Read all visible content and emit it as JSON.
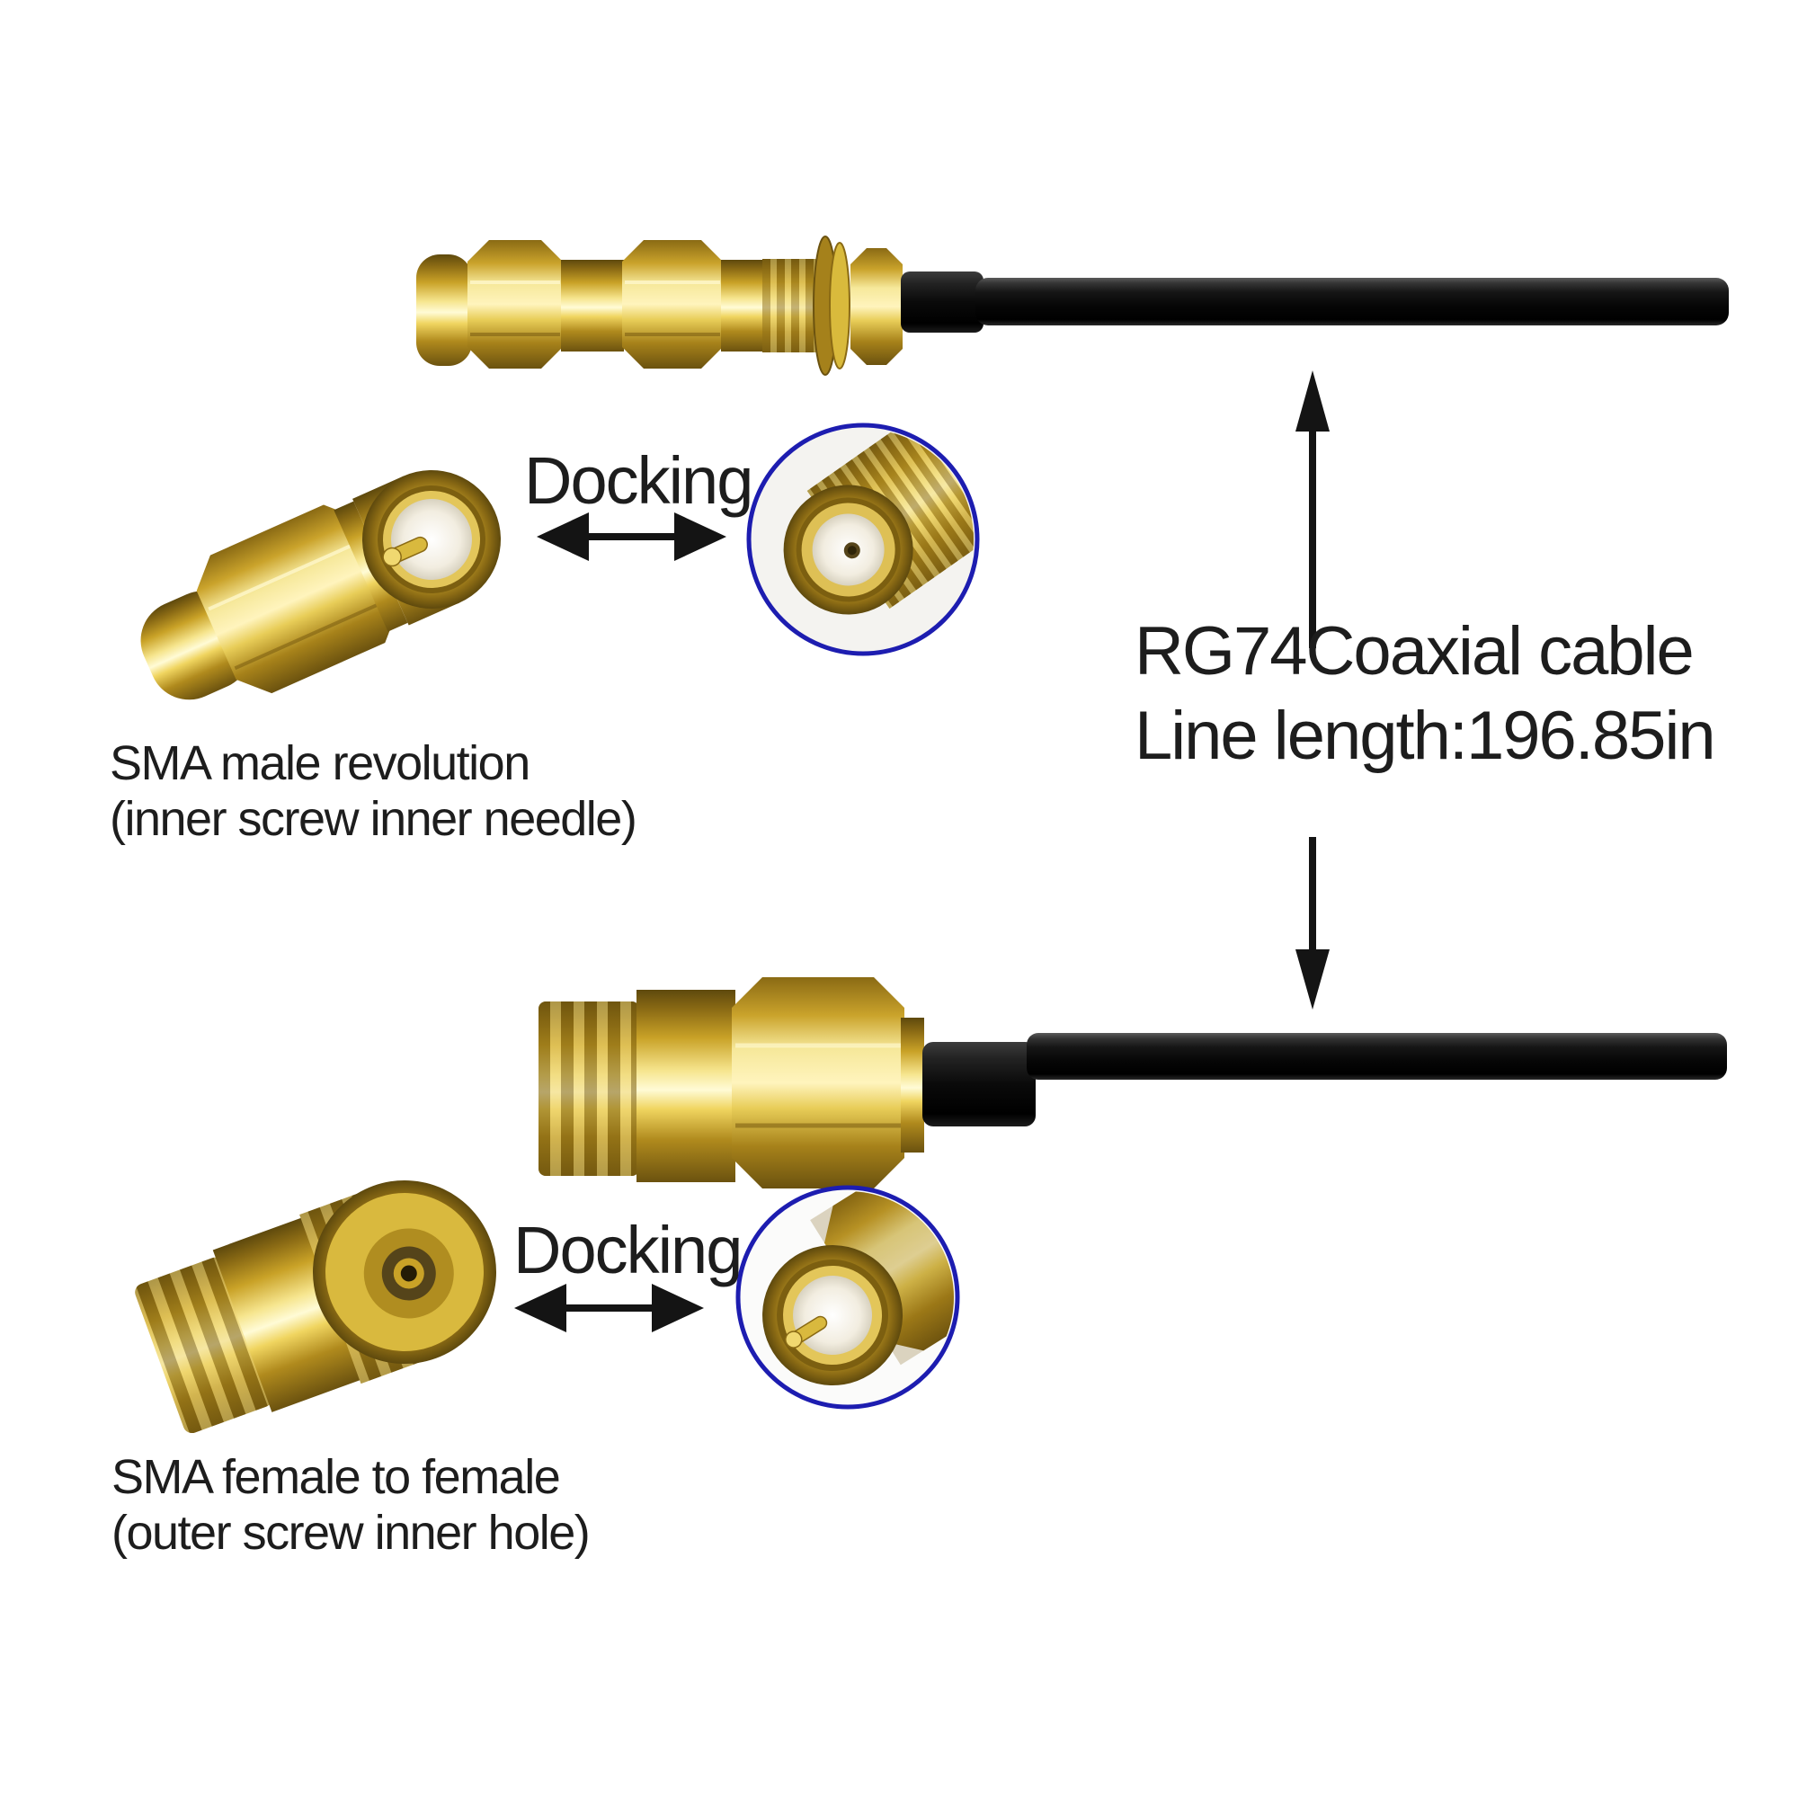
{
  "background": "#ffffff",
  "colors": {
    "gold": "#c9a227",
    "gold_highlight": "#fff6c2",
    "gold_shadow": "#6b520f",
    "cable_black": "#0e0e0e",
    "arrow_black": "#141414",
    "circle_ring_blue": "#1d1db0",
    "text_color": "#1d1d1d"
  },
  "icons": {
    "docking_arrow_top": "double-headed-horizontal-arrow",
    "docking_arrow_bottom": "double-headed-horizontal-arrow",
    "cable_length_arrow": "double-headed-vertical-arrow"
  },
  "top_group": {
    "docking_label": "Docking",
    "connector_label_line1": "SMA male revolution",
    "connector_label_line2": "(inner screw inner needle)"
  },
  "cable_annotation": {
    "line1": "RG74Coaxial cable",
    "line2": "Line length:196.85in"
  },
  "bottom_group": {
    "docking_label": "Docking",
    "connector_label_line1": "SMA female to female",
    "connector_label_line2": " (outer screw inner hole)"
  }
}
